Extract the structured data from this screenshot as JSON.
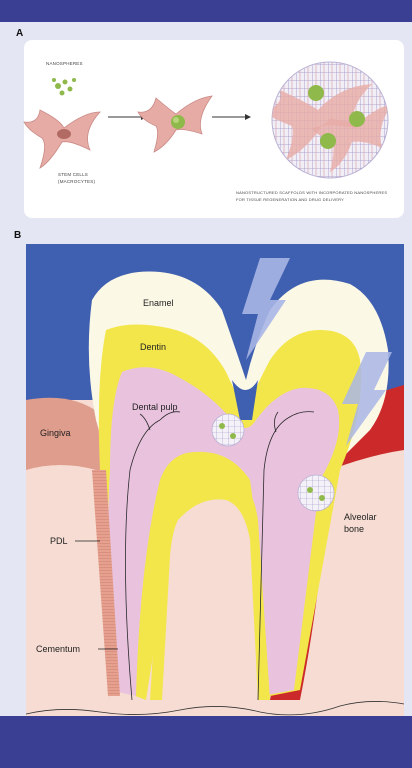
{
  "panel_a": {
    "letter": "A",
    "nanosphere_label": "NANOSPHERES",
    "cell_label_line1": "STEM CELLS",
    "cell_label_line2": "(MACROCYTES)",
    "caption_line1": "NANOSTRUCTURED SCAFFOLDS WITH INCORPORATED NANOSPHERES",
    "caption_line2": "FOR TISSUE REGENERATION AND DRUG DELIVERY"
  },
  "panel_b": {
    "letter": "B",
    "labels": {
      "enamel": "Enamel",
      "dentin": "Dentin",
      "dental_pulp": "Dental pulp",
      "gingiva": "Gingiva",
      "pdl": "PDL",
      "cementum": "Cementum",
      "alveolar_bone_line1": "Alveolar",
      "alveolar_bone_line2": "bone"
    }
  },
  "colors": {
    "frame": "#3a3f94",
    "sky": "#3f5fb0",
    "enamel": "#fbf8e6",
    "dentin": "#f3e64a",
    "pulp": "#e9c2de",
    "gingiva": "#df9d8d",
    "alveolar_bone": "#cc2a2a",
    "background_tissue": "#f6dcd2",
    "cell": "#e7aba6",
    "nanosphere": "#8fb94a"
  }
}
